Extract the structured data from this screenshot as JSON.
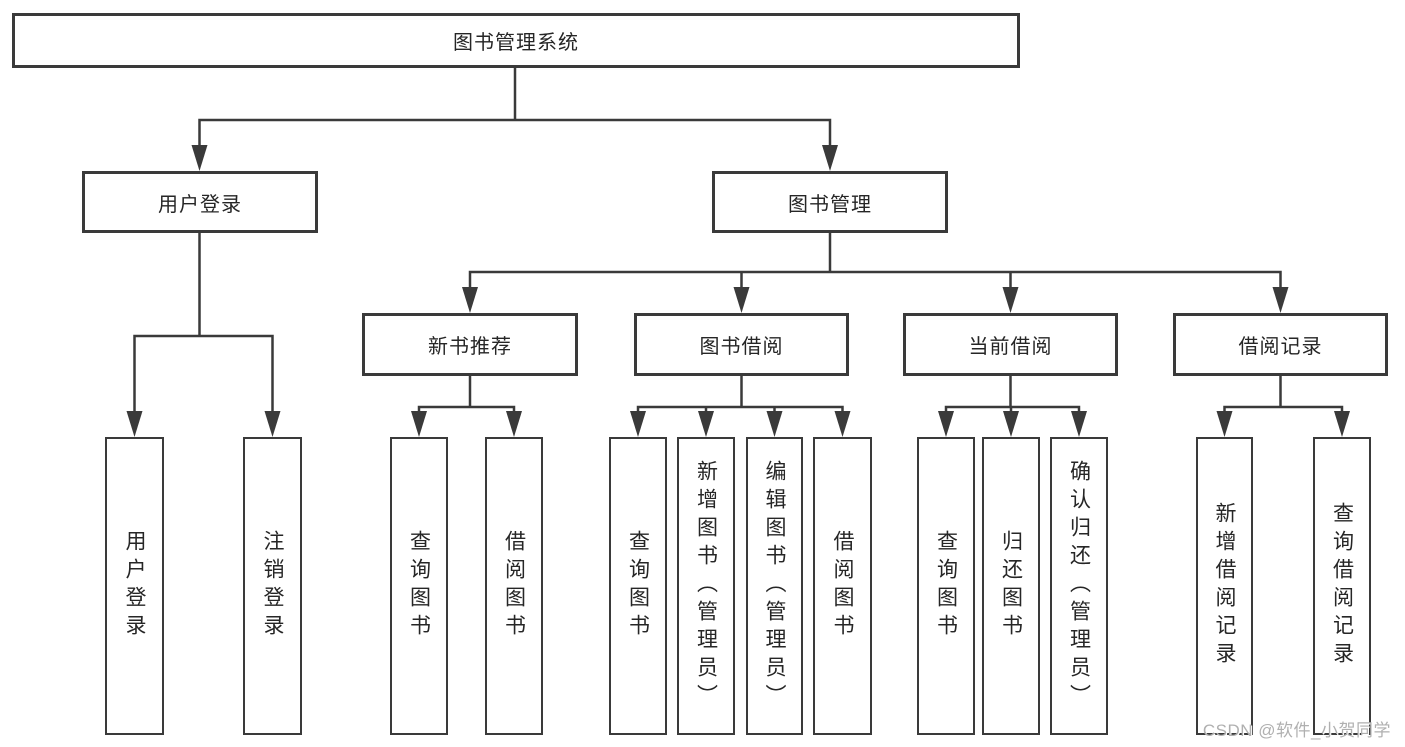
{
  "nodes": {
    "root": "图书管理系统",
    "user_login": "用户登录",
    "book_mgmt": "图书管理",
    "new_book_rec": "新书推荐",
    "book_borrow": "图书借阅",
    "current_borrow": "当前借阅",
    "borrow_record": "借阅记录",
    "leaves": {
      "g1": [
        "用户登录",
        "注销登录"
      ],
      "g2": [
        "查询图书",
        "借阅图书"
      ],
      "g3": [
        "查询图书",
        "新增图书（管理员）",
        "编辑图书（管理员）",
        "借阅图书"
      ],
      "g4": [
        "查询图书",
        "归还图书",
        "确认归还（管理员）"
      ],
      "g5": [
        "新增借阅记录",
        "查询借阅记录"
      ]
    }
  },
  "watermark": "CSDN @软件_小贺同学",
  "colors": {
    "line": "#3a3a3a",
    "text": "#262626",
    "watermark": "#b0b0b0",
    "background": "#ffffff"
  }
}
